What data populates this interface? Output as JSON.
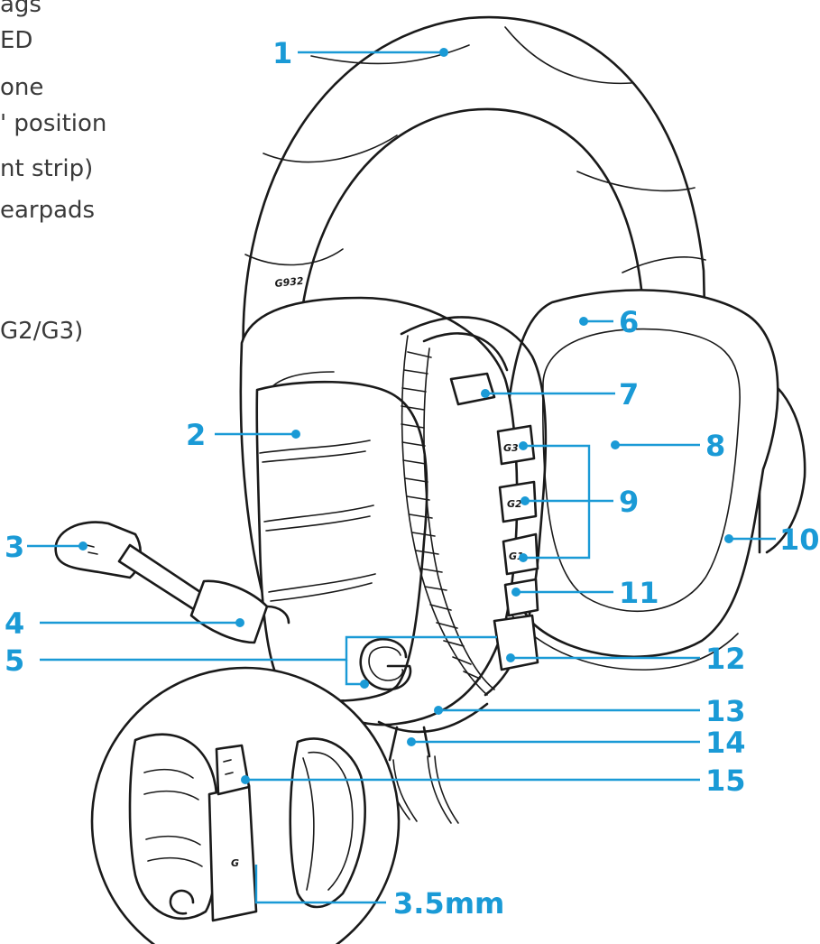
{
  "accent_color": "#1a9ad6",
  "partial_list_lines": [
    "ags",
    "ED",
    "one",
    "' position",
    "nt strip)",
    "earpads",
    "G2/G3)"
  ],
  "headset_model_text": "G932",
  "button_text": {
    "g3": "G3",
    "g2": "G2",
    "g1": "G1"
  },
  "callouts": [
    {
      "id": "1",
      "label": "1"
    },
    {
      "id": "2",
      "label": "2"
    },
    {
      "id": "3",
      "label": "3"
    },
    {
      "id": "4",
      "label": "4"
    },
    {
      "id": "5",
      "label": "5"
    },
    {
      "id": "6",
      "label": "6"
    },
    {
      "id": "7",
      "label": "7"
    },
    {
      "id": "8",
      "label": "8"
    },
    {
      "id": "9",
      "label": "9"
    },
    {
      "id": "10",
      "label": "10"
    },
    {
      "id": "11",
      "label": "11"
    },
    {
      "id": "12",
      "label": "12"
    },
    {
      "id": "13",
      "label": "13"
    },
    {
      "id": "14",
      "label": "14"
    },
    {
      "id": "15",
      "label": "15"
    },
    {
      "id": "jack",
      "label": "3.5mm"
    }
  ]
}
